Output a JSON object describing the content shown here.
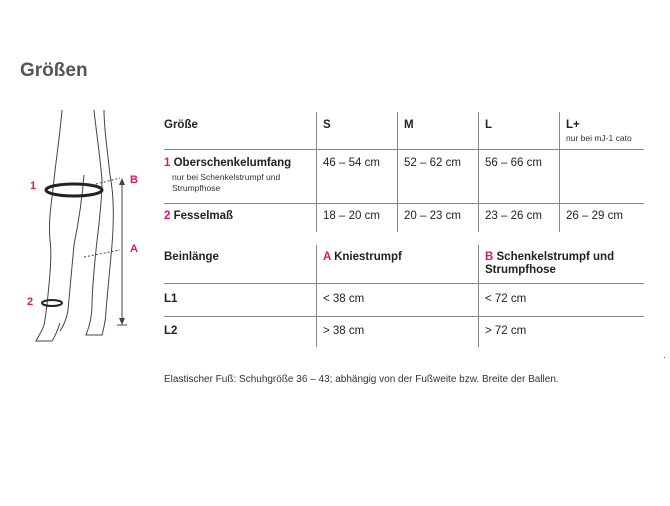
{
  "heading": "Größen",
  "diagram": {
    "label_1": "1",
    "label_2": "2",
    "label_A": "A",
    "label_B": "B",
    "accent_color": "#d4166f"
  },
  "size_table": {
    "header": {
      "label": "Größe",
      "sizes": [
        "S",
        "M",
        "L",
        "L+"
      ],
      "lplus_note": "nur bei mJ-1 cato"
    },
    "rows": [
      {
        "num": "1",
        "label": "Oberschenkelumfang",
        "note": "nur bei Schenkelstrumpf und Strumpfhose",
        "values": [
          "46 – 54 cm",
          "52 – 62 cm",
          "56 – 66 cm",
          ""
        ]
      },
      {
        "num": "2",
        "label": "Fesselmaß",
        "note": "",
        "values": [
          "18 – 20 cm",
          "20 – 23 cm",
          "23 – 26 cm",
          "26 – 29 cm"
        ]
      }
    ]
  },
  "length_table": {
    "header": {
      "label": "Beinlänge",
      "col_a_letter": "A",
      "col_a": "Kniestrumpf",
      "col_b_letter": "B",
      "col_b": "Schenkelstrumpf und Strumpfhose"
    },
    "rows": [
      {
        "label": "L1",
        "a": "< 38 cm",
        "b": "< 72 cm"
      },
      {
        "label": "L2",
        "a": "> 38 cm",
        "b": "> 72 cm"
      }
    ]
  },
  "footnote": "Elastischer Fuß: Schuhgröße 36 – 43; abhängig von der Fußweite bzw. Breite der Ballen.",
  "stray_mark": "."
}
